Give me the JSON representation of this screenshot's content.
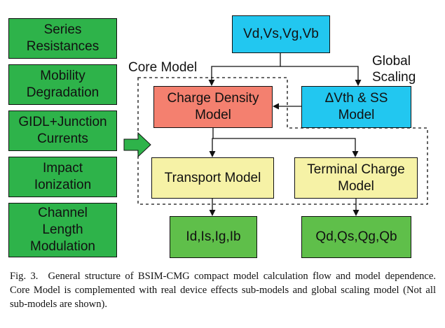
{
  "left_column": [
    [
      "Series",
      "Resistances"
    ],
    [
      "Mobility",
      "Degradation"
    ],
    [
      "GIDL+Junction",
      "Currents"
    ],
    [
      "Impact",
      "Ionization"
    ],
    [
      "Channel",
      "Length",
      "Modulation"
    ]
  ],
  "nodes": {
    "inputs": "Vd,Vs,Vg,Vb",
    "charge_density": [
      "Charge Density",
      "Model"
    ],
    "dvth_ss": [
      "ΔVth & SS",
      "Model"
    ],
    "transport": "Transport Model",
    "terminal_charge": [
      "Terminal Charge",
      "Model"
    ],
    "currents_out": "Id,Is,Ig,Ib",
    "charges_out": "Qd,Qs,Qg,Qb"
  },
  "labels": {
    "core_model": "Core Model",
    "global_scaling": [
      "Global",
      "Scaling"
    ]
  },
  "colors": {
    "submodel_green": "#2eb34a",
    "output_green": "#5fbf4a",
    "input_cyan": "#22c7f0",
    "dvth_cyan": "#22c7f0",
    "charge_density_salmon": "#f4806f",
    "model_yellow": "#f6f2a6"
  },
  "caption": {
    "fig_label": "Fig. 3.",
    "text": "General structure of BSIM-CMG compact model calculation flow and model dependence. Core Model is complemented with real device effects sub-models and global scaling model (Not all sub-models are shown)."
  }
}
